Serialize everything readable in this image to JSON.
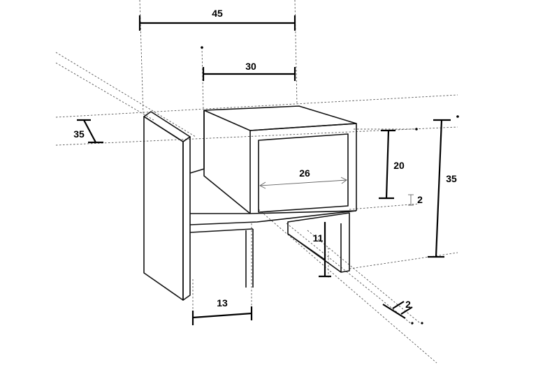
{
  "diagram": {
    "labels": {
      "total_width": "45",
      "box_width": "30",
      "depth": "35",
      "total_height": "35",
      "drawer_height": "20",
      "drawer_width": "26",
      "shelf_thickness": "2",
      "leg_height": "11",
      "opening_width": "13",
      "board_thickness": "2"
    }
  }
}
